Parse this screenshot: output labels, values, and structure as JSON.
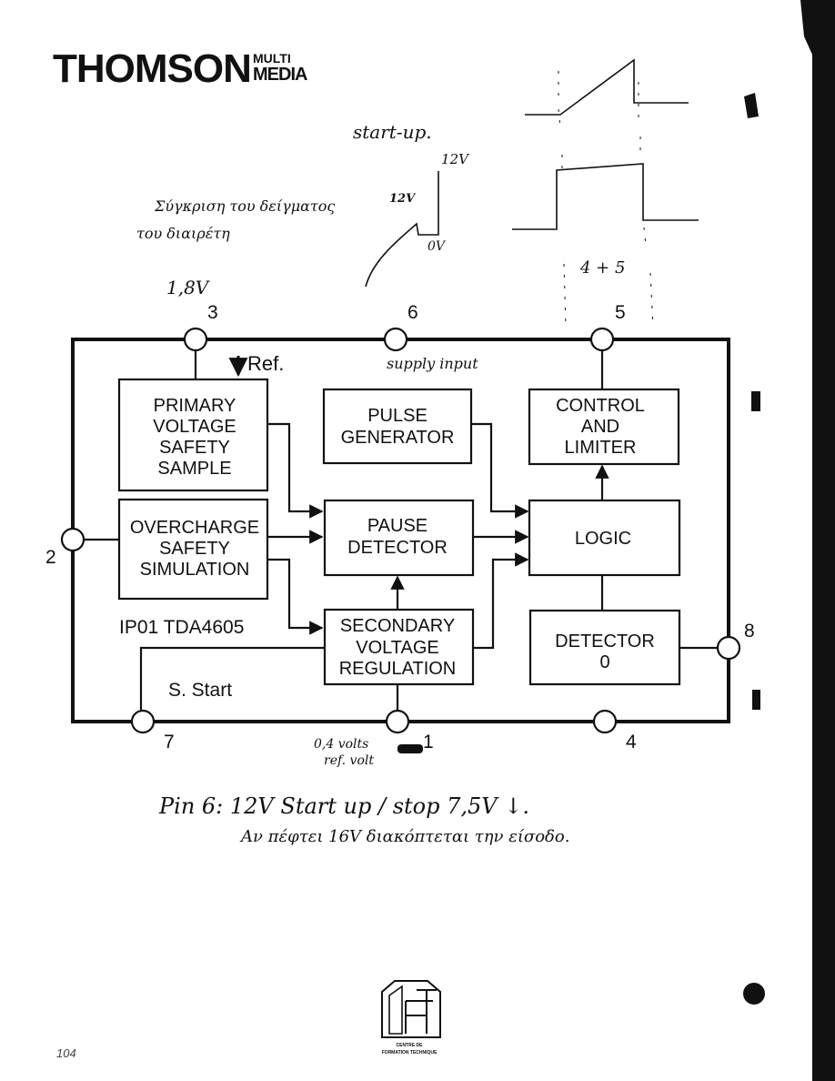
{
  "header": {
    "brand": "THOMSON",
    "brand_sub_top": "MULTI",
    "brand_sub_bottom": "MEDIA"
  },
  "blocks": {
    "primary": [
      "PRIMARY",
      "VOLTAGE",
      "SAFETY",
      "SAMPLE"
    ],
    "pulse": [
      "PULSE",
      "GENERATOR"
    ],
    "control": [
      "CONTROL",
      "AND",
      "LIMITER"
    ],
    "overcharge": [
      "OVERCHARGE",
      "SAFETY",
      "SIMULATION"
    ],
    "pause": [
      "PAUSE",
      "DETECTOR"
    ],
    "logic": [
      "LOGIC"
    ],
    "secondary": [
      "SECONDARY",
      "VOLTAGE",
      "REGULATION"
    ],
    "detector": [
      "DETECTOR",
      "0"
    ]
  },
  "labels": {
    "ref": "Ref.",
    "chip": "IP01 TDA4605",
    "sstart": "S. Start"
  },
  "pins": {
    "p1": "1",
    "p2": "2",
    "p3": "3",
    "p4": "4",
    "p5": "5",
    "p6": "6",
    "p7": "7",
    "p8": "8"
  },
  "handwritten": {
    "start_up": "start-up.",
    "v12_top": "12V",
    "v12_left": "12V",
    "v0": "0V",
    "greek_1": "Σύγκριση του δείγματος",
    "greek_2": "του διαιρέτη",
    "v18": "1,8V",
    "pin45": "4 + 5",
    "supply_input": "supply input",
    "volts04": "0,4 volts",
    "ref_volt": "ref. volt",
    "pin6_note": "Pin 6: 12V Start up / stop 7,5V ↓.",
    "pin6_note2": "Αν πέφτει 16V διακόπτεται την είσοδο."
  },
  "footer": {
    "page": "104",
    "logo_line1": "CENTRE DE",
    "logo_line2": "FORMATION TECHNIQUE"
  }
}
